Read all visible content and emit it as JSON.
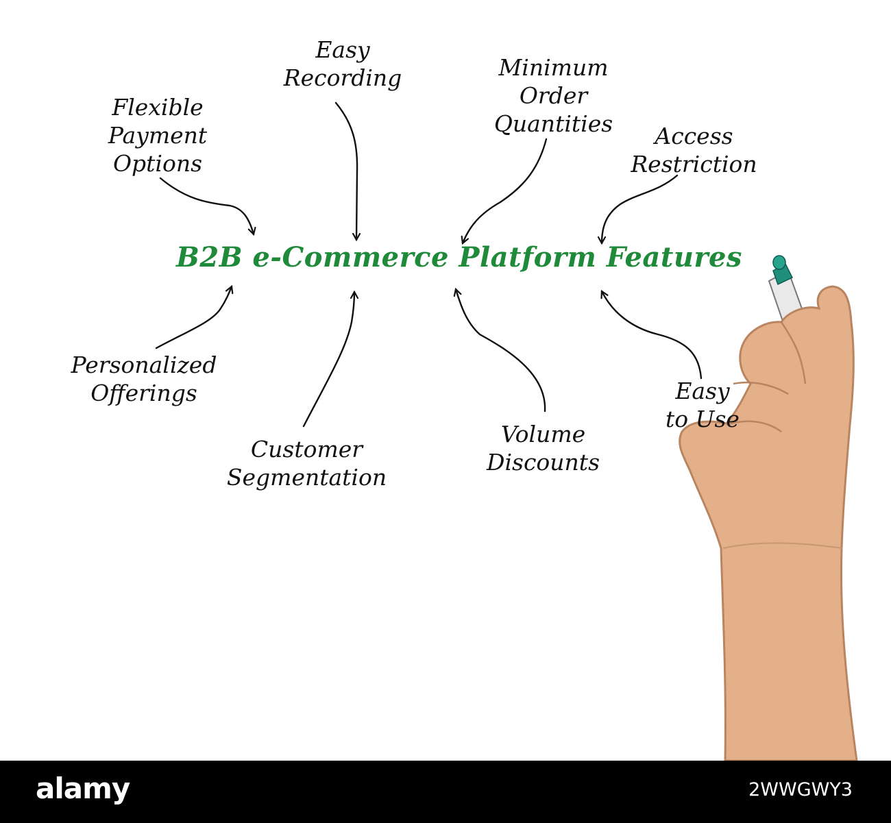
{
  "diagram": {
    "center": "B2B e-Commerce Platform Features",
    "features": {
      "flexible_payment": [
        "Flexible",
        "Payment",
        "Options"
      ],
      "easy_recording": [
        "Easy",
        "Recording"
      ],
      "minimum_order": [
        "Minimum",
        "Order",
        "Quantities"
      ],
      "access_restriction": [
        "Access",
        "Restriction"
      ],
      "personalized_offerings": [
        "Personalized",
        "Offerings"
      ],
      "customer_segmentation": [
        "Customer",
        "Segmentation"
      ],
      "volume_discounts": [
        "Volume",
        "Discounts"
      ],
      "easy_to_use": [
        "Easy",
        "to Use"
      ]
    }
  },
  "footer": {
    "brand": "alamy",
    "image_id": "2WWGWY3"
  },
  "colors": {
    "title_green": "#1e8a3a",
    "ink": "#111111",
    "footer_bg": "#000000",
    "marker_cap": "#2a9a86"
  }
}
